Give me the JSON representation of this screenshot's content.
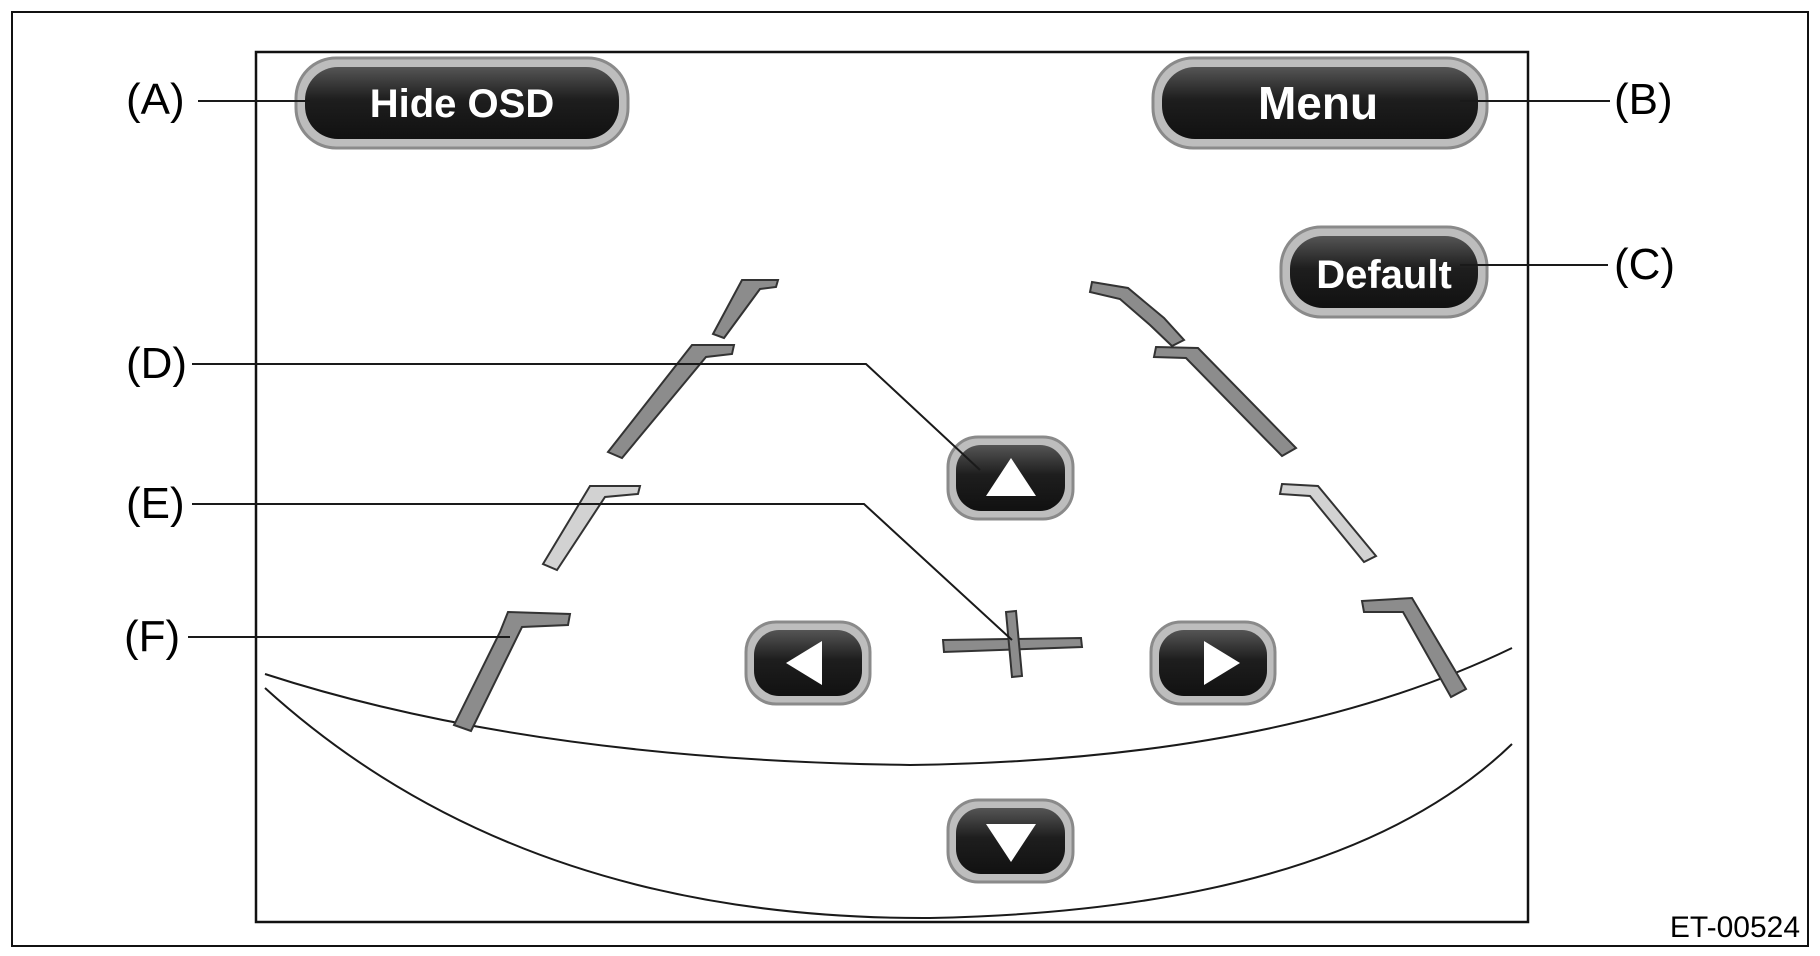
{
  "buttons": {
    "hide_osd": "Hide OSD",
    "menu": "Menu",
    "default": "Default"
  },
  "callouts": {
    "a": "(A)",
    "b": "(B)",
    "c": "(C)",
    "d": "(D)",
    "e": "(E)",
    "f": "(F)"
  },
  "figure_id": "ET-00524",
  "icons": {
    "up": "triangle-up-icon",
    "down": "triangle-down-icon",
    "left": "triangle-left-icon",
    "right": "triangle-right-icon",
    "crosshair": "crosshair-icon"
  },
  "colors": {
    "button_fill": "#1c1c1c",
    "button_rim": "#9a9a9a",
    "guide_dark": "#8c8c8c",
    "guide_light": "#d2d2d2",
    "line": "#1a1a1a"
  }
}
